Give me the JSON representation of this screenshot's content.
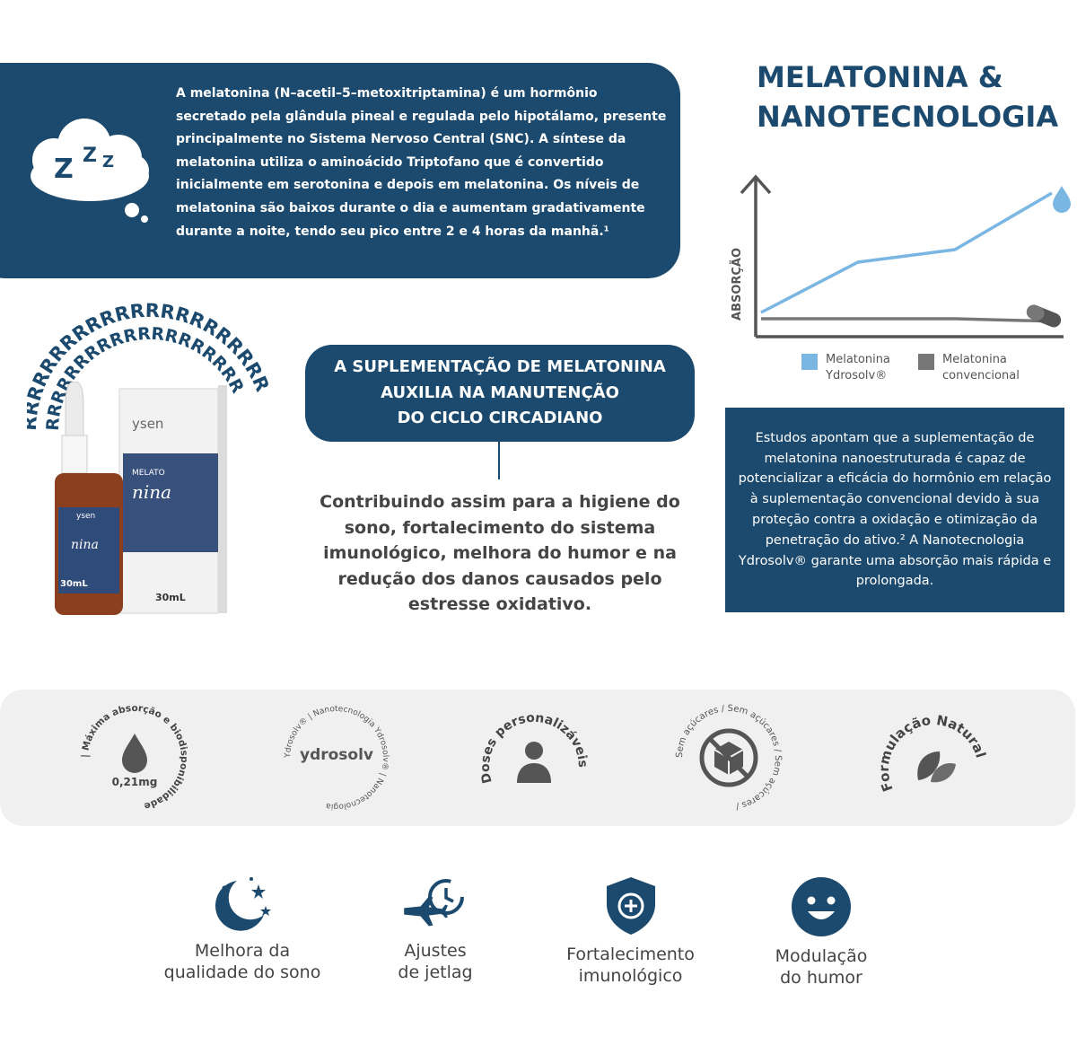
{
  "intro": {
    "sleep_icon": "zzz-cloud-icon",
    "zzz_text": "Z",
    "text": "A melatonina (N–acetil–5–metoxitriptamina) é um hormônio secretado pela glândula pineal e regulada pelo hipotálamo, presente principalmente no Sistema Nervoso Central (SNC). A síntese da melatonina utiliza o aminoácido Triptofano que é convertido inicialmente em serotonina e depois em melatonina. Os níveis de melatonina são baixos durante o dia e aumentam gradativamente durante a noite, tendo seu pico entre 2 e 4 horas da manhã.¹"
  },
  "headline": {
    "line1": "MELATONINA &",
    "line2": "NANOTECNOLOGIA"
  },
  "chart_data": {
    "type": "line",
    "ylabel": "ABSORÇÃO",
    "xlabel": "",
    "x": [
      0,
      1,
      2,
      3
    ],
    "series": [
      {
        "name": "Melatonina Ydrosolv®",
        "values": [
          0.05,
          0.45,
          0.55,
          1.0
        ],
        "color": "#7ab6e2"
      },
      {
        "name": "Melatonina convencional",
        "values": [
          0.0,
          0.0,
          0.0,
          -0.02
        ],
        "color": "#777777"
      }
    ],
    "ylim": [
      -0.1,
      1.2
    ],
    "grid": false,
    "legend": "bottom",
    "end_icons": {
      "series1": "droplet-icon",
      "series2": "capsule-icon"
    }
  },
  "legend": {
    "item1_line1": "Melatonina",
    "item1_line2": "Ydrosolv®",
    "item2_line1": "Melatonina",
    "item2_line2": "convencional"
  },
  "product": {
    "ring_letter": "R",
    "brand": "ysen",
    "name_line1": "MELATO",
    "name_line2": "nina",
    "volume": "30mL"
  },
  "supplement": {
    "line1": "A SUPLEMENTAÇÃO DE MELATONINA",
    "line2": "AUXILIA NA MANUTENÇÃO",
    "line3": "DO CICLO CIRCADIANO",
    "contrib": "Contribuindo assim para a higiene do sono, fortalecimento do sistema imunológico, melhora do humor e na redução dos danos causados pelo estresse oxidativo."
  },
  "studies": {
    "text": "Estudos apontam que a suplementação de melatonina nanoestruturada é capaz de potencializar a eficácia do hormônio em relação à suplementação convencional devido à sua proteção contra a oxidação e otimização da penetração do ativo.² A Nanotecnologia Ydrosolv® garante uma absorção mais rápida e prolongada."
  },
  "badges": [
    {
      "text": "| Máxima absorção e biodisponibilidade",
      "icon": "droplet-icon",
      "inner": "0,21mg"
    },
    {
      "text": "Ydrosolv® | Nanotecnologia Ydrosolv® | Nanotecnologia ",
      "icon": "ydrosolv-logo-icon",
      "inner": "ydrosolv"
    },
    {
      "text": "Doses personalizáveis",
      "icon": "person-icon",
      "inner": ""
    },
    {
      "text": "Sem açúcares / Sem açúcares / Sem açúcares / ",
      "icon": "no-sugar-cube-icon",
      "inner": ""
    },
    {
      "text": "Formulação Natural",
      "icon": "leaves-icon",
      "inner": ""
    }
  ],
  "benefits": [
    {
      "line1": "Melhora da",
      "line2": "qualidade do sono",
      "icon": "moon-stars-icon"
    },
    {
      "line1": "Ajustes",
      "line2": "de jetlag",
      "icon": "plane-clock-icon"
    },
    {
      "line1": "Fortalecimento",
      "line2": "imunológico",
      "icon": "shield-plus-icon"
    },
    {
      "line1": "Modulação",
      "line2": "do humor",
      "icon": "smiley-icon"
    }
  ],
  "colors": {
    "brand_navy": "#1c4a6e",
    "ydrosolv_blue": "#7ab6e2",
    "conventional_gray": "#777777",
    "badge_band": "#f0f0f1",
    "text_gray": "#444444"
  }
}
